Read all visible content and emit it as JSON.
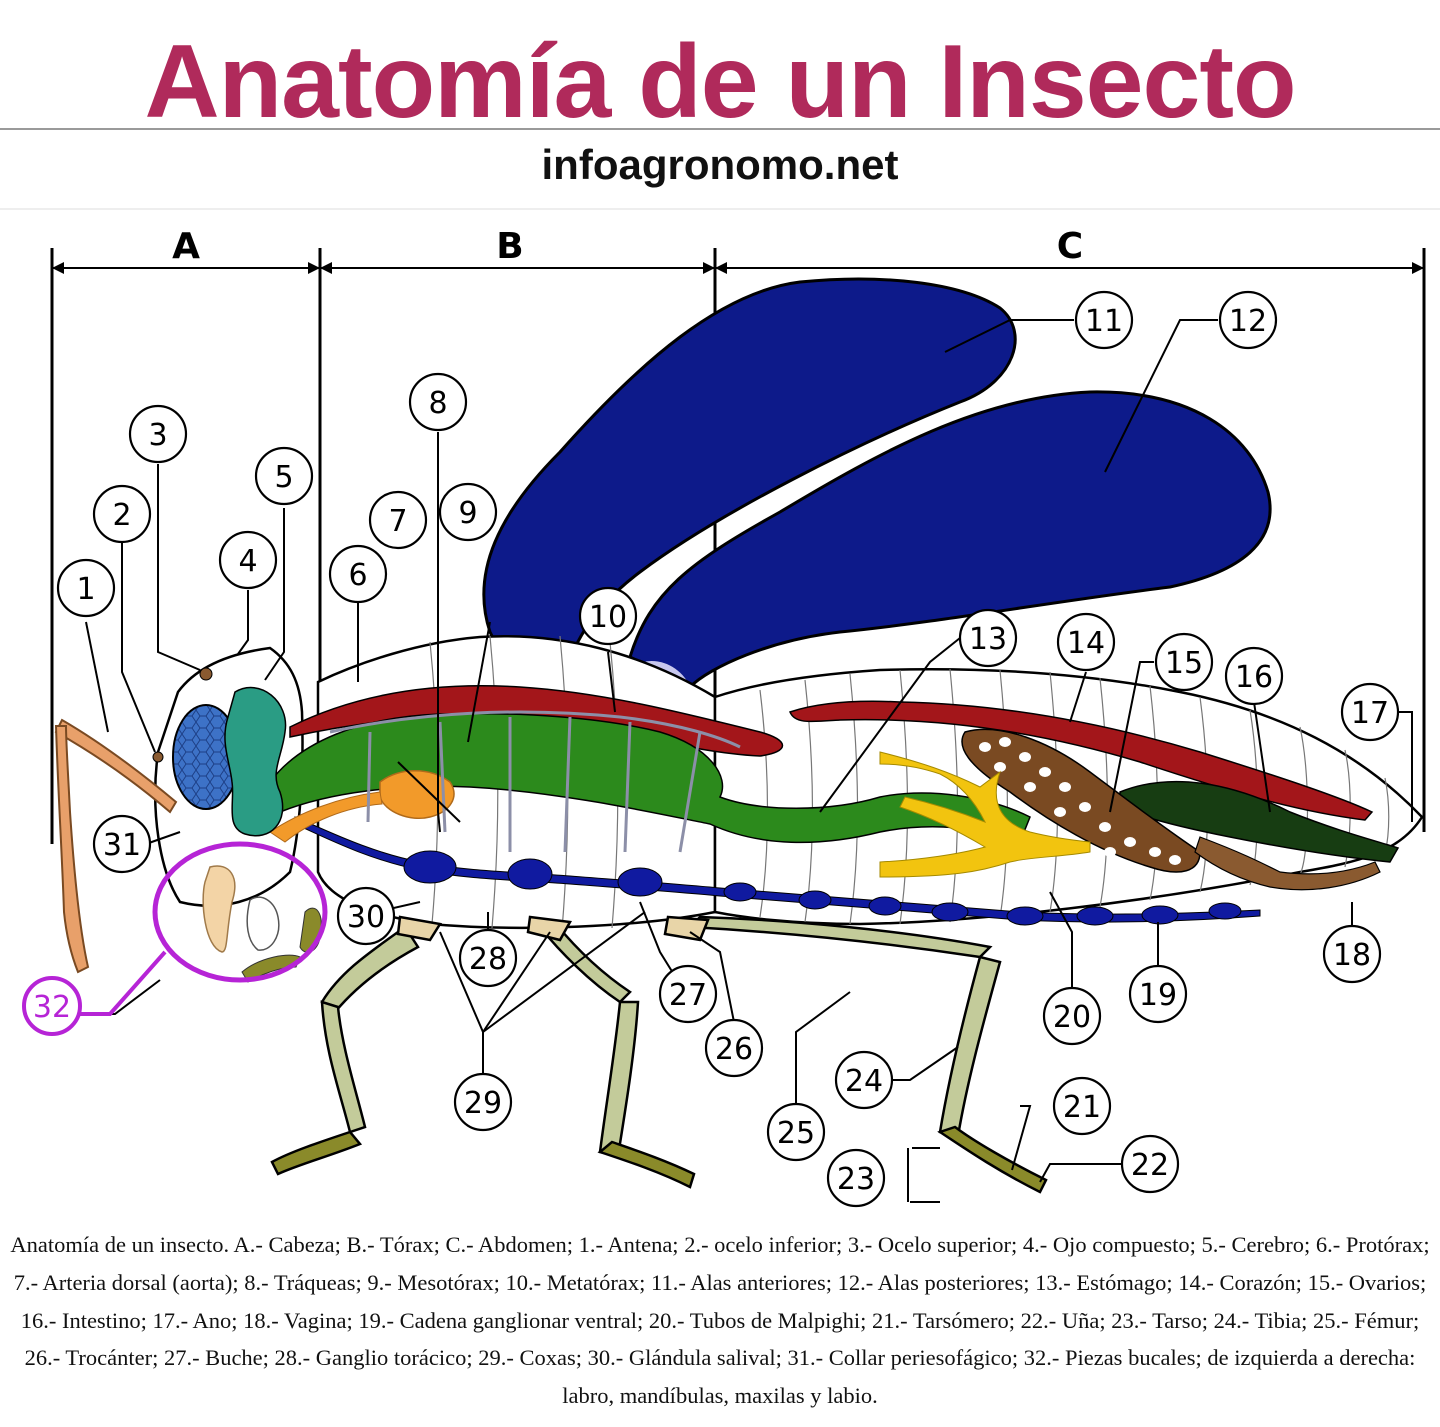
{
  "title": "Anatomía de un Insecto",
  "subtitle": "infoagronomo.net",
  "colors": {
    "title": "#b02a5b",
    "wings": "#0d1a8a",
    "heart": "#a3161a",
    "gut_green": "#2c8a1c",
    "nerve_cord": "#101aa0",
    "legs": "#c3cb9a",
    "malpighi": "#f2c40f",
    "ovary": "#7a4a22",
    "mouthparts_circle": "#b624d6",
    "eye": "#3d72c7",
    "brain": "#2a9c84"
  },
  "diagram": {
    "sections": [
      "A",
      "B",
      "C"
    ],
    "labels": [
      "1",
      "2",
      "3",
      "4",
      "5",
      "6",
      "7",
      "8",
      "9",
      "10",
      "11",
      "12",
      "13",
      "14",
      "15",
      "16",
      "17",
      "18",
      "19",
      "20",
      "21",
      "22",
      "23",
      "24",
      "25",
      "26",
      "27",
      "28",
      "29",
      "30",
      "31",
      "32"
    ]
  },
  "caption": "Anatomía de un insecto. A.- Cabeza; B.- Tórax; C.- Abdomen; 1.- Antena; 2.- ocelo inferior; 3.- Ocelo superior; 4.- Ojo compuesto; 5.- Cerebro; 6.- Protórax; 7.- Arteria dorsal (aorta); 8.- Tráqueas; 9.- Mesotórax; 10.- Metatórax; 11.- Alas anteriores; 12.- Alas posteriores; 13.- Estómago; 14.- Corazón; 15.- Ovarios; 16.- Intestino; 17.- Ano; 18.- Vagina; 19.- Cadena ganglionar ventral; 20.- Tubos de Malpighi; 21.- Tarsómero; 22.- Uña; 23.- Tarso; 24.- Tibia; 25.- Fémur; 26.- Trocánter; 27.- Buche; 28.- Ganglio torácico; 29.- Coxas; 30.- Glándula salival; 31.- Collar periesofágico; 32.- Piezas bucales; de izquierda a derecha: labro, mandíbulas, maxilas y labio."
}
